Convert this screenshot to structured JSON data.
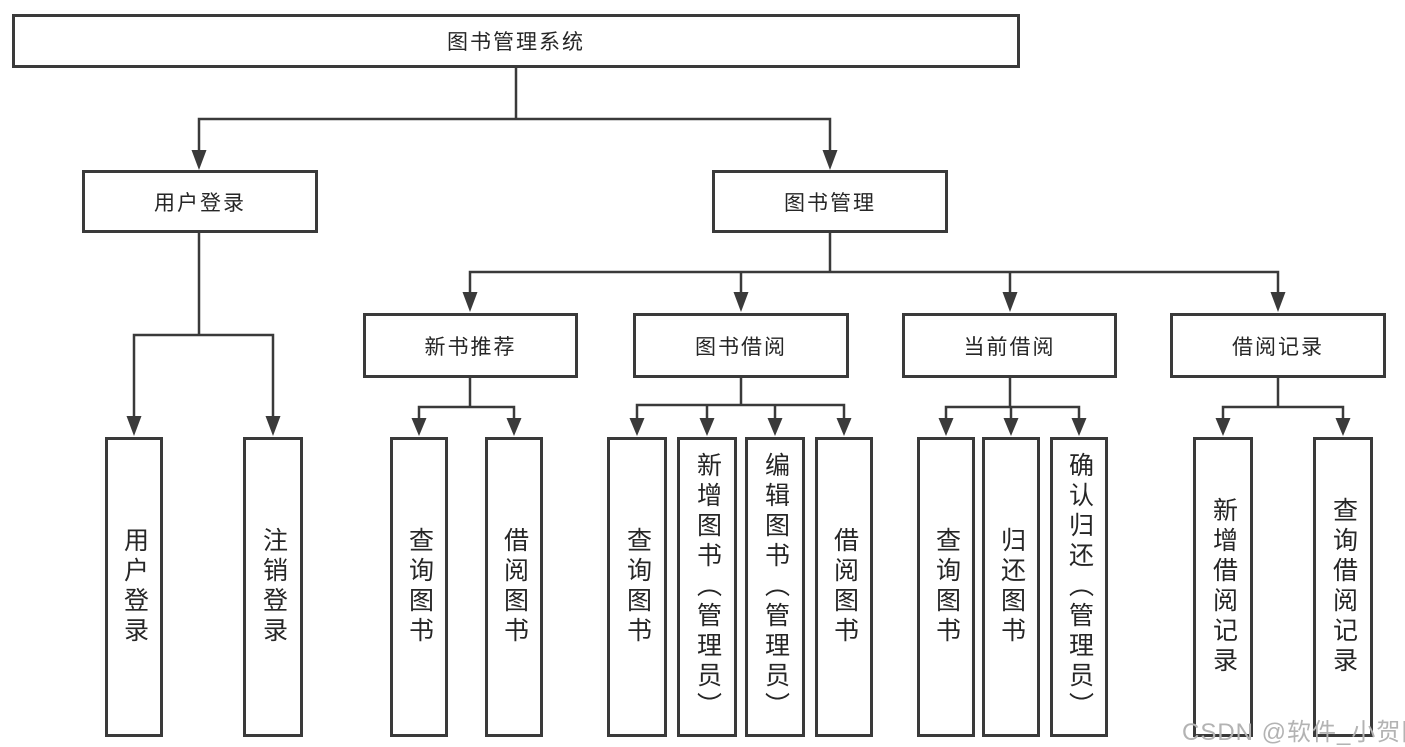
{
  "diagram": {
    "type": "tree-hierarchy",
    "colors": {
      "background": "#ffffff",
      "line": "#3a3a3a",
      "box_border": "#3a3a3a",
      "text": "#262626",
      "watermark": "#b3b3b3"
    },
    "nodes": {
      "root": {
        "label": "图书管理系统"
      },
      "user_login": {
        "label": "用户登录"
      },
      "book_mgmt": {
        "label": "图书管理"
      },
      "new_book_rec": {
        "label": "新书推荐"
      },
      "book_borrow": {
        "label": "图书借阅"
      },
      "current_borrow": {
        "label": "当前借阅"
      },
      "borrow_records": {
        "label": "借阅记录"
      },
      "leaf_user_login": {
        "label": "用户登录"
      },
      "leaf_logout": {
        "label": "注销登录"
      },
      "leaf_query_book_1": {
        "label": "查询图书"
      },
      "leaf_borrow_book_1": {
        "label": "借阅图书"
      },
      "leaf_query_book_2": {
        "label": "查询图书"
      },
      "leaf_add_book": {
        "label": "新增图书（管理员）"
      },
      "leaf_edit_book": {
        "label": "编辑图书（管理员）"
      },
      "leaf_borrow_book_2": {
        "label": "借阅图书"
      },
      "leaf_query_book_3": {
        "label": "查询图书"
      },
      "leaf_return_book": {
        "label": "归还图书"
      },
      "leaf_confirm_return": {
        "label": "确认归还（管理员）"
      },
      "leaf_add_record": {
        "label": "新增借阅记录"
      },
      "leaf_query_record": {
        "label": "查询借阅记录"
      }
    },
    "edges": [
      [
        "root",
        "user_login"
      ],
      [
        "root",
        "book_mgmt"
      ],
      [
        "user_login",
        "leaf_user_login"
      ],
      [
        "user_login",
        "leaf_logout"
      ],
      [
        "book_mgmt",
        "new_book_rec"
      ],
      [
        "book_mgmt",
        "book_borrow"
      ],
      [
        "book_mgmt",
        "current_borrow"
      ],
      [
        "book_mgmt",
        "borrow_records"
      ],
      [
        "new_book_rec",
        "leaf_query_book_1"
      ],
      [
        "new_book_rec",
        "leaf_borrow_book_1"
      ],
      [
        "book_borrow",
        "leaf_query_book_2"
      ],
      [
        "book_borrow",
        "leaf_add_book"
      ],
      [
        "book_borrow",
        "leaf_edit_book"
      ],
      [
        "book_borrow",
        "leaf_borrow_book_2"
      ],
      [
        "current_borrow",
        "leaf_query_book_3"
      ],
      [
        "current_borrow",
        "leaf_return_book"
      ],
      [
        "current_borrow",
        "leaf_confirm_return"
      ],
      [
        "borrow_records",
        "leaf_add_record"
      ],
      [
        "borrow_records",
        "leaf_query_record"
      ]
    ],
    "watermark": "CSDN @软件_小贺同学"
  }
}
